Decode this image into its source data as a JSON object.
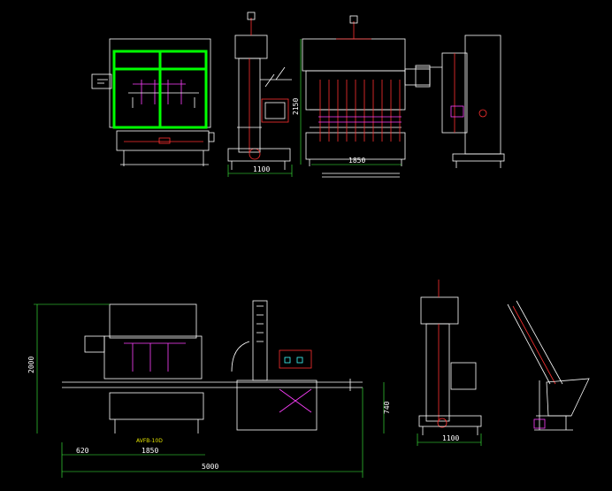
{
  "drawing": {
    "background": "#000000",
    "colors": {
      "line": "#ffffff",
      "dimension": "#40ff40",
      "frame": "#00ff00",
      "accent_red": "#ff3030",
      "accent_magenta": "#ff40ff",
      "accent_yellow": "#ffff00",
      "accent_cyan": "#40ffff"
    },
    "top_views": {
      "side_view_width": "1100",
      "front_view_width": "1850",
      "front_view_height": "2150"
    },
    "bottom_views": {
      "line_height": "2000",
      "conveyor_height": "740",
      "model_label": "AVFB-10D",
      "offset_left": "620",
      "filler_width": "1850",
      "total_length": "5000",
      "side_view_width": "1100"
    }
  }
}
